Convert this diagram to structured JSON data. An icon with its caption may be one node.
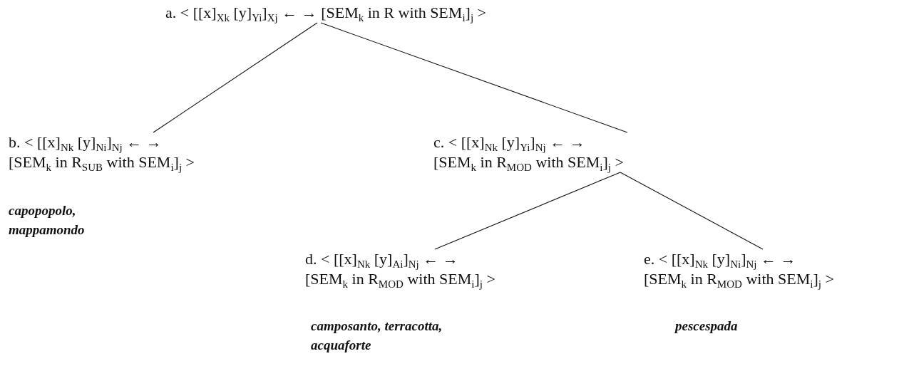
{
  "diagram": {
    "nodes": [
      {
        "text": [
          "a. < [[x]$_{Xk}$ [y]$_{Yi}$]$_{Xj}$ ← → [SEM$_{k}$ in R with SEM$_{i}$]$_{j}$ >"
        ]
      },
      {
        "text": [
          "b. < [[x]$_{Nk}$ [y]$_{Ni}$]$_{Nj}$ ← → [SEM$_{k}$ in R$_{SUB}$ with SEM$_{i}$]$_{j}$ >"
        ],
        "beside": [
          "capopopolo, mappamondo"
        ]
      },
      {
        "text": [
          "c. < [[x]$_{Nk}$ [y]$_{Yi}$]$_{Nj}$ ← → [SEM$_{k}$ in R$_{MOD}$ with SEM$_{i}$]$_{j}$ >"
        ]
      },
      {
        "text": [
          "d. < [[x]$_{Nk}$ [y]$_{Ai}$]$_{Nj}$ ← → [SEM$_{k}$ in R$_{MOD}$ with SEM$_{i}$]$_{j}$ >"
        ],
        "beside": [
          "camposanto, terracotta, acquaforte"
        ]
      },
      {
        "text": [
          "e. < [[x]$_{Nk}$ [y]$_{Ni}$]$_{Nj}$ ← → [SEM$_{k}$ in R$_{MOD}$ with SEM$_{i}$]$_{j}$ >"
        ],
        "beside": [
          "pescespada"
        ]
      }
    ],
    "edges": [
      {
        "from": 0,
        "to": 1,
        "arrow": "none"
      },
      {
        "from": 0,
        "to": 2,
        "arrow": "none"
      },
      {
        "from": 2,
        "to": 3,
        "arrow": "none"
      },
      {
        "from": 2,
        "to": 4,
        "arrow": "none"
      }
    ]
  }
}
